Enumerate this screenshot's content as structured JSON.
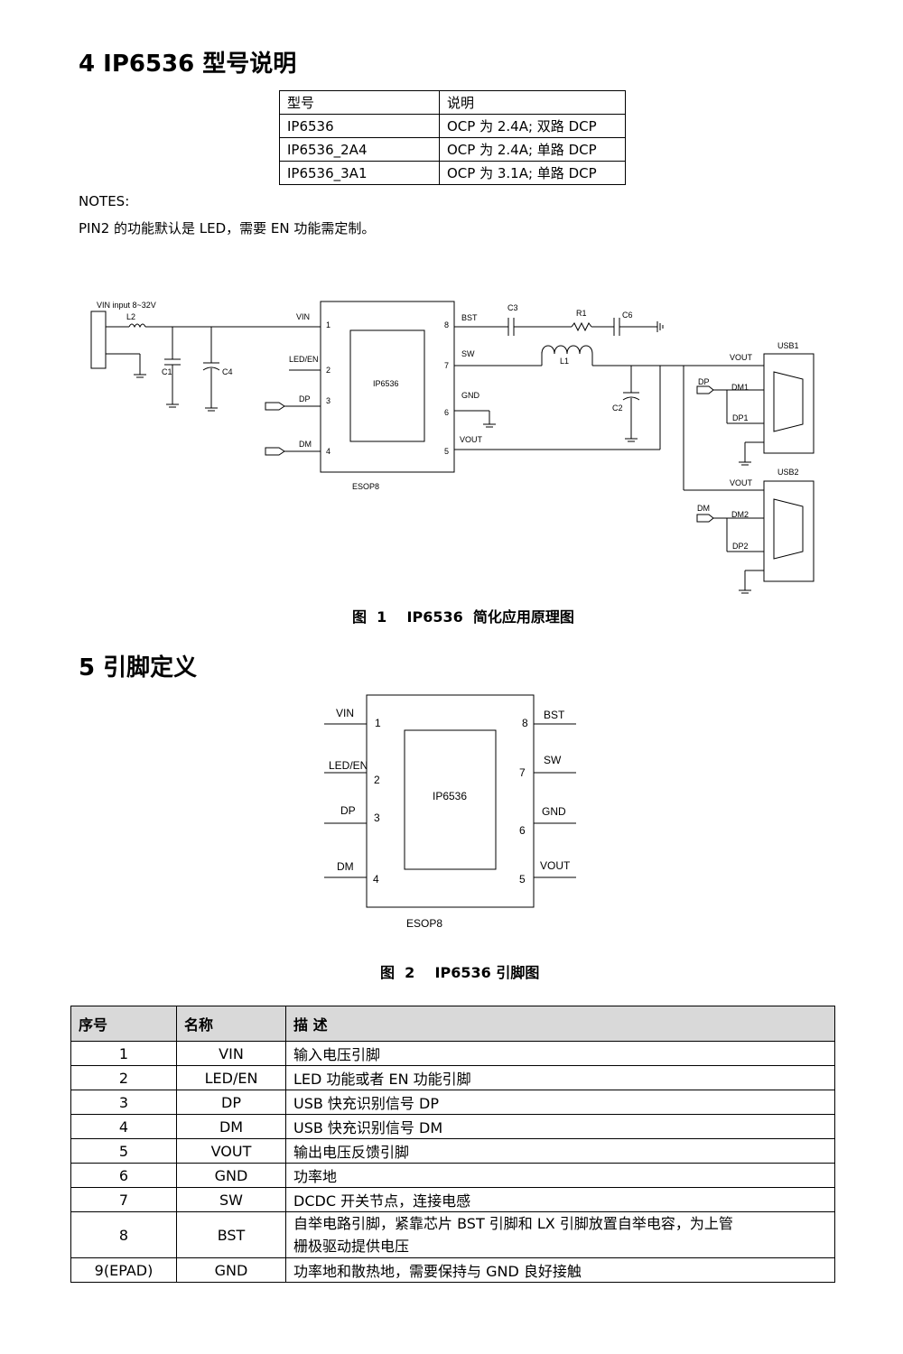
{
  "section4": {
    "title": "4 IP6536 型号说明"
  },
  "model_table": {
    "header": [
      "型号",
      "说明"
    ],
    "rows": [
      [
        "IP6536",
        "OCP 为 2.4A;  双路 DCP"
      ],
      [
        "IP6536_2A4",
        "OCP 为 2.4A;  单路 DCP"
      ],
      [
        "IP6536_3A1",
        "OCP 为 3.1A;  单路 DCP"
      ]
    ]
  },
  "notes": {
    "label": "NOTES:",
    "text": "PIN2 的功能默认是 LED，需要 EN 功能需定制。"
  },
  "figure1": {
    "caption": "图  1    IP6536  简化应用原理图",
    "labels": {
      "vin_input": "VIN input  8~32V",
      "l2": "L2",
      "c1": "C1",
      "c4": "C4",
      "c3": "C3",
      "r1": "R1",
      "c6": "C6",
      "l1": "L1",
      "c2": "C2",
      "chip": "IP6536",
      "package": "ESOP8",
      "pin_vin": "VIN",
      "pin_leden": "LED/EN",
      "pin_dp": "DP",
      "pin_dm": "DM",
      "pin_bst": "BST",
      "pin_sw": "SW",
      "pin_gnd": "GND",
      "pin_vout": "VOUT",
      "n1": "1",
      "n2": "2",
      "n3": "3",
      "n4": "4",
      "n5": "5",
      "n6": "6",
      "n7": "7",
      "n8": "8",
      "dp_port": "DP",
      "dm_port": "DM",
      "usb1": "USB1",
      "usb2": "USB2",
      "vout1": "VOUT",
      "vout2": "VOUT",
      "dm1": "DM1",
      "dp1": "DP1",
      "dm2": "DM2",
      "dp2": "DP2"
    }
  },
  "section5": {
    "title": "5  引脚定义"
  },
  "figure2": {
    "caption": "图  2    IP6536 引脚图",
    "chip": "IP6536",
    "package": "ESOP8",
    "left_pins": [
      {
        "name": "VIN",
        "num": "1"
      },
      {
        "name": "LED/EN",
        "num": "2"
      },
      {
        "name": "DP",
        "num": "3"
      },
      {
        "name": "DM",
        "num": "4"
      }
    ],
    "right_pins": [
      {
        "name": "BST",
        "num": "8"
      },
      {
        "name": "SW",
        "num": "7"
      },
      {
        "name": "GND",
        "num": "6"
      },
      {
        "name": "VOUT",
        "num": "5"
      }
    ]
  },
  "pin_table": {
    "header": [
      "序号",
      "名称",
      "描  述"
    ],
    "rows": [
      [
        "1",
        "VIN",
        "输入电压引脚"
      ],
      [
        "2",
        "LED/EN",
        "LED 功能或者 EN 功能引脚"
      ],
      [
        "3",
        "DP",
        "USB 快充识别信号 DP"
      ],
      [
        "4",
        "DM",
        "USB 快充识别信号 DM"
      ],
      [
        "5",
        "VOUT",
        "输出电压反馈引脚"
      ],
      [
        "6",
        "GND",
        "功率地"
      ],
      [
        "7",
        "SW",
        "DCDC 开关节点，连接电感"
      ],
      [
        "8",
        "BST",
        "自举电路引脚，紧靠芯片 BST 引脚和 LX 引脚放置自举电容，为上管"
      ],
      [
        "9(EPAD)",
        "GND",
        "功率地和散热地，需要保持与 GND 良好接触"
      ]
    ],
    "row8_line2": "栅极驱动提供电压"
  }
}
